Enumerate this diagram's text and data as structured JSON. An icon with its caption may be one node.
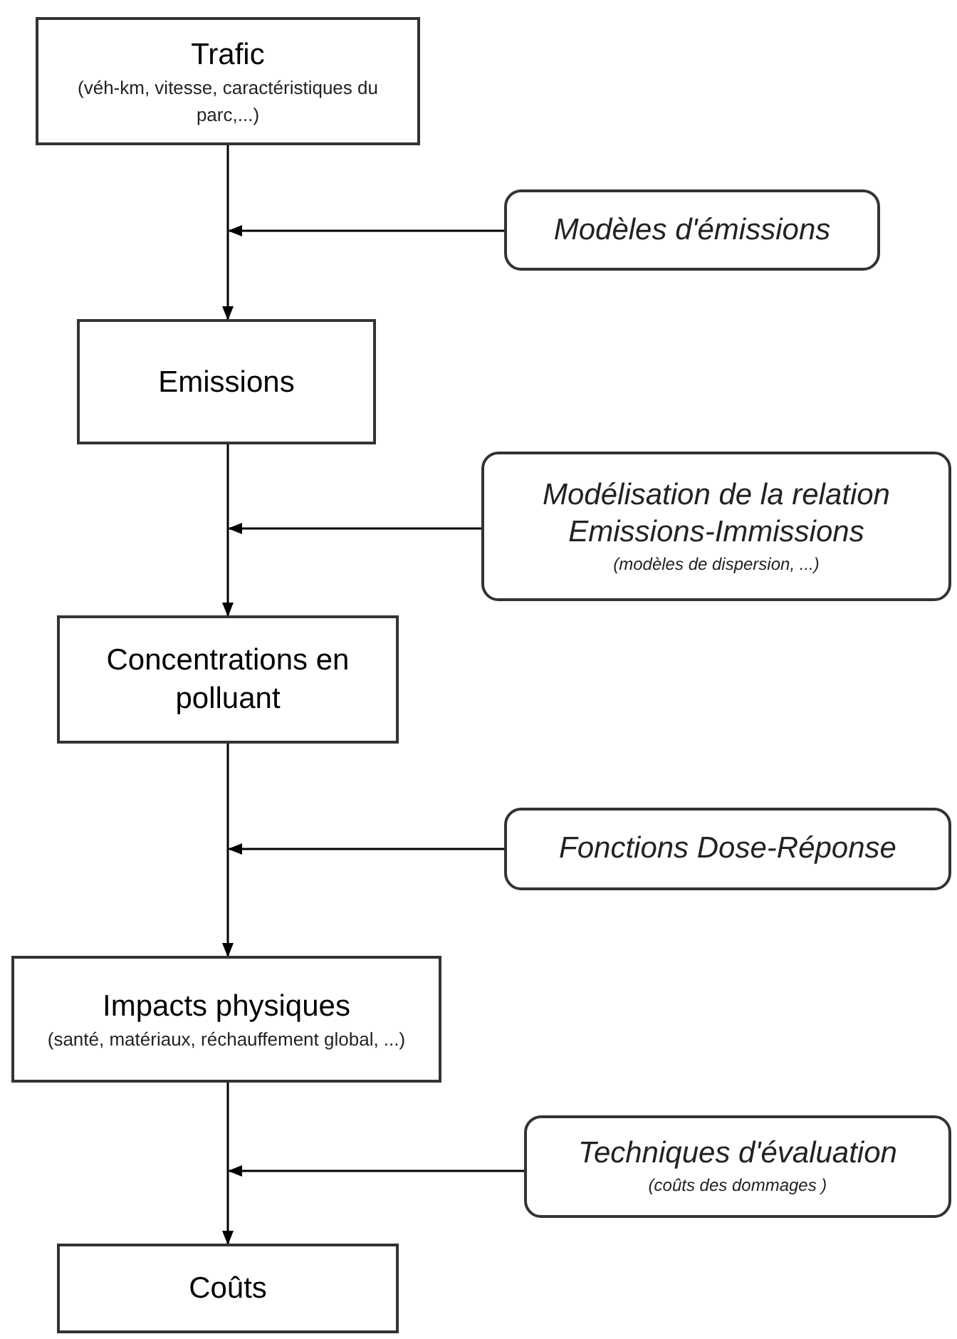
{
  "diagram": {
    "nodes": [
      {
        "text": [
          "Trafic",
          "(véh-km, vitesse, caractéristiques du parc,...)"
        ]
      },
      {
        "text": [
          "Emissions"
        ]
      },
      {
        "text": [
          "Concentrations en polluant"
        ]
      },
      {
        "text": [
          "Impacts physiques",
          "(santé, matériaux, réchauffement global, ...)"
        ]
      },
      {
        "text": [
          "Coûts"
        ]
      },
      {
        "text": [
          "Modèles d'émissions"
        ]
      },
      {
        "text": [
          "Modélisation de la relation Emissions-Immissions",
          "(modèles de dispersion, ...)"
        ]
      },
      {
        "text": [
          "Fonctions Dose-Réponse"
        ]
      },
      {
        "text": [
          "Techniques d'évaluation",
          "(coûts des dommages )"
        ]
      }
    ],
    "edges": [
      {
        "from": 0,
        "to": 1,
        "arrow": "to"
      },
      {
        "from": 1,
        "to": 2,
        "arrow": "to"
      },
      {
        "from": 2,
        "to": 3,
        "arrow": "to"
      },
      {
        "from": 3,
        "to": 4,
        "arrow": "to"
      },
      {
        "from": 5,
        "to": null,
        "arrow": "to"
      },
      {
        "from": 6,
        "to": null,
        "arrow": "to"
      },
      {
        "from": 7,
        "to": null,
        "arrow": "to"
      },
      {
        "from": 8,
        "to": null,
        "arrow": "to"
      }
    ]
  }
}
